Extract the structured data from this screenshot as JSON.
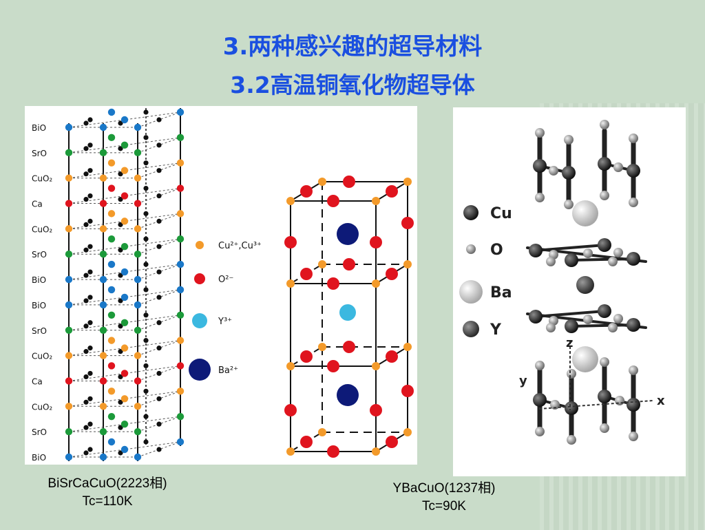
{
  "slide": {
    "title": "3.两种感兴趣的超导材料",
    "subtitle": "3.2高温铜氧化物超导体"
  },
  "bscco": {
    "layers": [
      "BiO",
      "SrO",
      "CuO₂",
      "Ca",
      "CuO₂",
      "SrO",
      "BiO",
      "BiO",
      "SrO",
      "CuO₂",
      "Ca",
      "CuO₂",
      "SrO",
      "BiO"
    ],
    "caption_line1": "BiSrCaCuO(2223相)",
    "caption_line2": "Tc=110K"
  },
  "legend_ions": [
    {
      "label": "Cu²⁺,Cu³⁺",
      "color": "#f39a2a"
    },
    {
      "label": "O²⁻",
      "color": "#e0141e"
    },
    {
      "label": "Y³⁺",
      "color": "#3bb8e0"
    },
    {
      "label": "Ba²⁺",
      "color": "#0d1a78"
    }
  ],
  "ybco": {
    "legend": [
      {
        "label": "Cu",
        "color": "#333333"
      },
      {
        "label": "O",
        "color": "#9a9a9a"
      },
      {
        "label": "Ba",
        "color": "#d8d8d8"
      },
      {
        "label": "Y",
        "color": "#555555"
      }
    ],
    "axes": {
      "x": "x",
      "y": "y",
      "z": "z"
    },
    "caption_line1": "YBaCuO(1237相)",
    "caption_line2": "Tc=90K"
  }
}
